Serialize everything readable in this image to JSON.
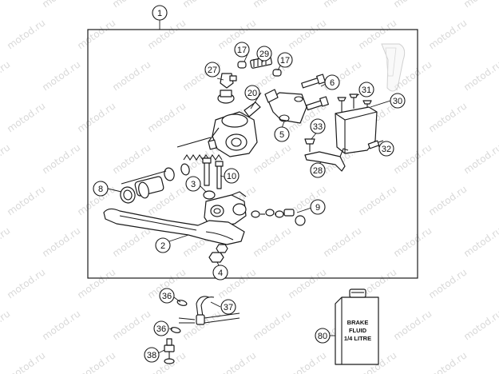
{
  "watermark": "motod.ru",
  "callouts": [
    {
      "label": "1"
    },
    {
      "label": "17"
    },
    {
      "label": "29"
    },
    {
      "label": "17"
    },
    {
      "label": "27"
    },
    {
      "label": "20"
    },
    {
      "label": "6"
    },
    {
      "label": "31"
    },
    {
      "label": "30"
    },
    {
      "label": "33"
    },
    {
      "label": "5"
    },
    {
      "label": "32"
    },
    {
      "label": "28"
    },
    {
      "label": "10"
    },
    {
      "label": "3"
    },
    {
      "label": "8"
    },
    {
      "label": "9"
    },
    {
      "label": "2"
    },
    {
      "label": "4"
    },
    {
      "label": "36"
    },
    {
      "label": "37"
    },
    {
      "label": "36"
    },
    {
      "label": "38"
    },
    {
      "label": "80"
    }
  ],
  "bottle_label": [
    "BRAKE",
    "FLUID",
    "1/4 LITRE"
  ]
}
